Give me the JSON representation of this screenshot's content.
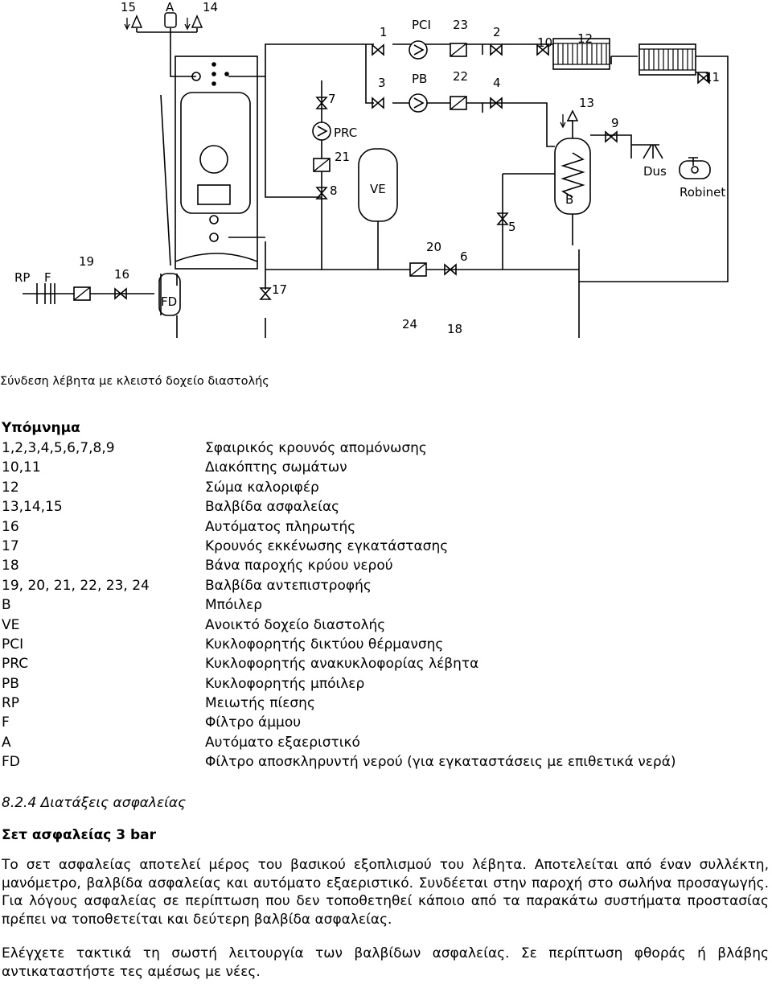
{
  "diagram": {
    "labels": {
      "n15": "15",
      "a": "A",
      "n14": "14",
      "n1": "1",
      "pci": "PCI",
      "n23": "23",
      "n2": "2",
      "n10": "10",
      "n12": "12",
      "n11": "11",
      "n3": "3",
      "pb": "PB",
      "n22": "22",
      "n4": "4",
      "n7": "7",
      "prc": "PRC",
      "n21": "21",
      "n8": "8",
      "ve": "VE",
      "n13": "13",
      "n9": "9",
      "b": "B",
      "dus": "Dus",
      "robinet": "Robinet",
      "n5": "5",
      "n20": "20",
      "n6": "6",
      "rp": "RP",
      "f": "F",
      "n19": "19",
      "n16": "16",
      "fd": "FD",
      "n17": "17",
      "n24": "24",
      "n18": "18"
    }
  },
  "caption": "Σύνδεση λέβητα με κλειστό δοχείο διαστολής",
  "legend": {
    "title": "Υπόμνημα",
    "items": [
      {
        "code": "1,2,3,4,5,6,7,8,9",
        "desc": "Σφαιρικός κρουνός απομόνωσης"
      },
      {
        "code": "10,11",
        "desc": "Διακόπτης σωμάτων"
      },
      {
        "code": "12",
        "desc": "Σώμα καλοριφέρ"
      },
      {
        "code": "13,14,15",
        "desc": "Βαλβίδα ασφαλείας"
      },
      {
        "code": "16",
        "desc": "Αυτόματος πληρωτής"
      },
      {
        "code": "17",
        "desc": "Κρουνός εκκένωσης εγκατάστασης"
      },
      {
        "code": "18",
        "desc": "Βάνα παροχής κρύου νερού"
      },
      {
        "code": "19, 20, 21, 22, 23, 24",
        "desc": "Βαλβίδα αντεπιστροφής"
      },
      {
        "code": "B",
        "desc": "Μπόιλερ"
      },
      {
        "code": "VE",
        "desc": "Ανοικτό δοχείο διαστολής"
      },
      {
        "code": "PCI",
        "desc": "Κυκλοφορητής δικτύου θέρμανσης"
      },
      {
        "code": "PRC",
        "desc": "Κυκλοφορητής ανακυκλοφορίας λέβητα"
      },
      {
        "code": "PB",
        "desc": "Κυκλοφορητής μπόιλερ"
      },
      {
        "code": "RP",
        "desc": "Μειωτής πίεσης"
      },
      {
        "code": "F",
        "desc": "Φίλτρο άμμου"
      },
      {
        "code": "A",
        "desc": "Αυτόματο εξαεριστικό"
      },
      {
        "code": "FD",
        "desc": "Φίλτρο αποσκληρυντή νερού (για εγκαταστάσεις με επιθετικά νερά)"
      }
    ]
  },
  "section": {
    "number_title": "8.2.4  Διατάξεις ασφαλείας",
    "subtitle": "Σετ ασφαλείας 3 bar",
    "paragraph1": "Το σετ ασφαλείας αποτελεί μέρος του βασικού εξοπλισμού του λέβητα. Αποτελείται από έναν συλλέκτη, μανόμετρο, βαλβίδα ασφαλείας και αυτόματο εξαεριστικό. Συνδέεται στην παροχή στο σωλήνα προσαγωγής. Για λόγους ασφαλείας σε περίπτωση που δεν τοποθετηθεί κάποιο από τα παρακάτω συστήματα προστασίας πρέπει να τοποθετείται και δεύτερη βαλβίδα ασφαλείας.",
    "paragraph2": "Ελέγχετε τακτικά τη σωστή λειτουργία των βαλβίδων ασφαλείας. Σε περίπτωση φθοράς ή βλάβης αντικαταστήστε τες αμέσως με νέες."
  }
}
